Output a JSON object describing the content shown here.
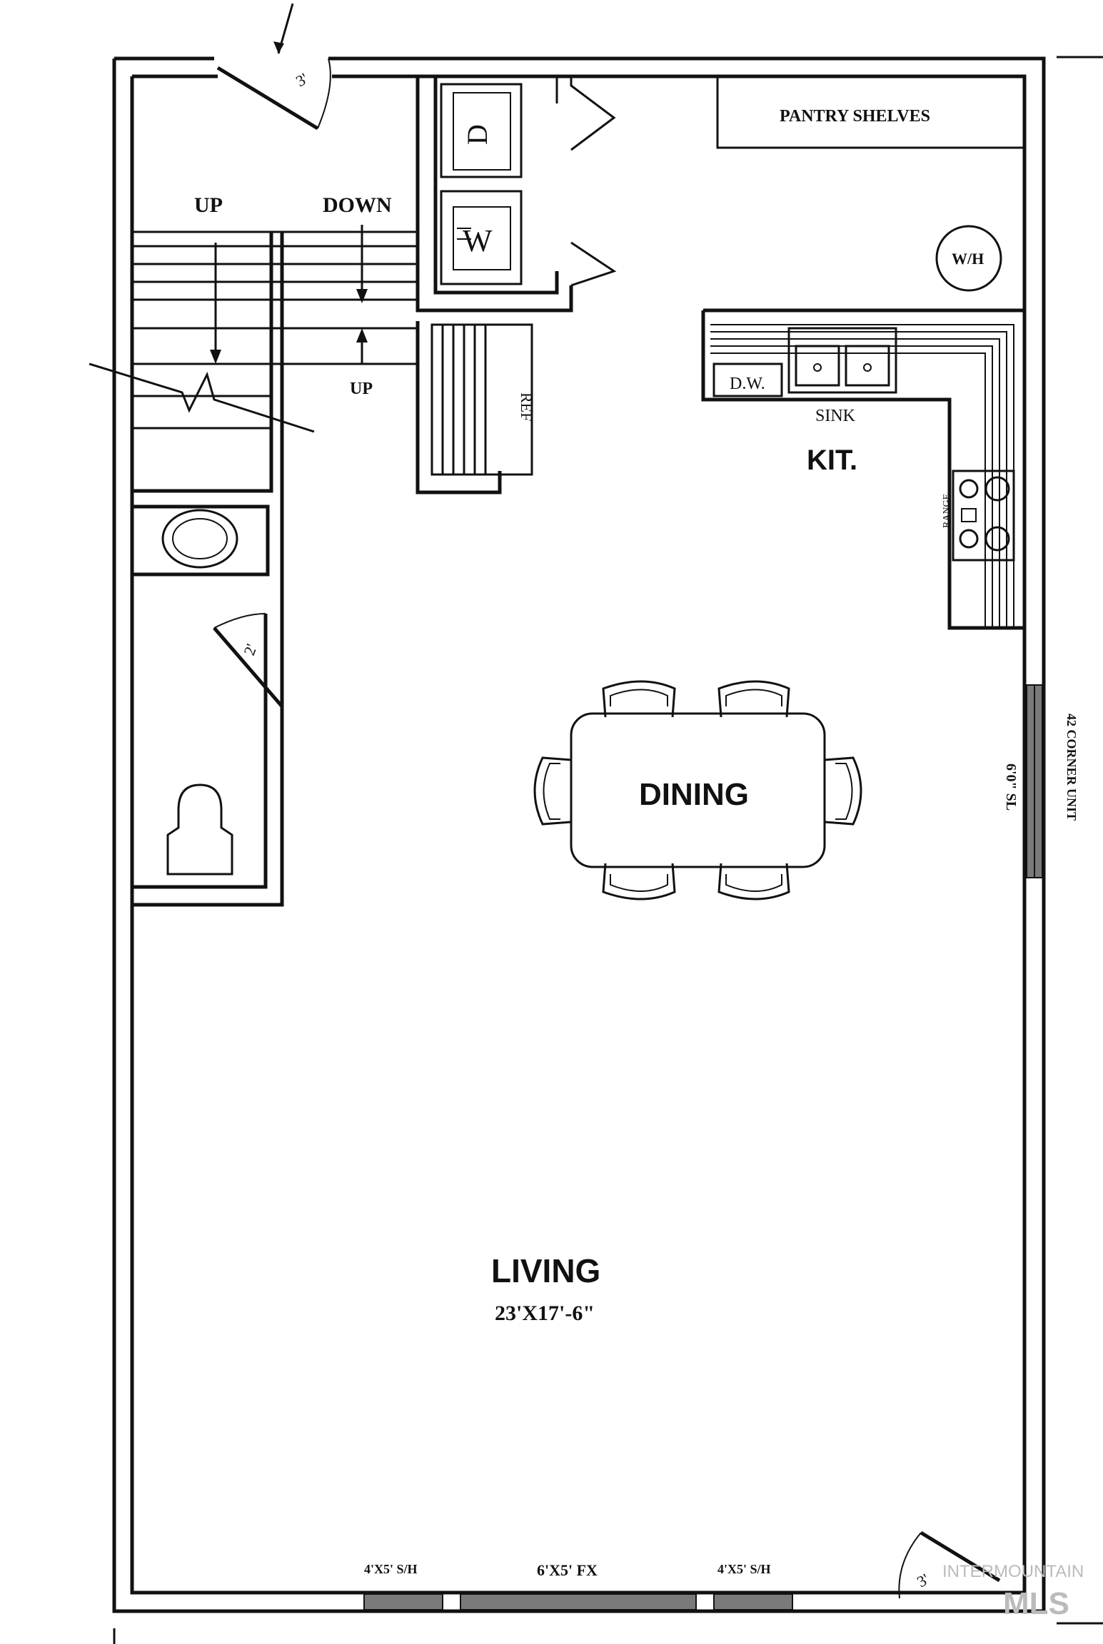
{
  "labels": {
    "pantry": "PANTRY SHELVES",
    "stair_up": "UP",
    "stair_down": "DOWN",
    "stair_up_lower": "UP",
    "dryer": "D",
    "washer": "W",
    "water_heater": "W/H",
    "refrigerator": "REF",
    "dishwasher": "D.W.",
    "sink": "SINK",
    "kitchen": "KIT.",
    "range": "RANGE",
    "door_top": "3'",
    "door_half_bath": "2'",
    "door_bottom": "3'",
    "dining": "DINING",
    "living": "LIVING",
    "living_dims": "23'X17'-6\"",
    "window_right_a": "6'0\" SL",
    "window_right_b": "42 CORNER UNIT",
    "window_bottom_left": "4'X5' S/H",
    "window_bottom_center": "6'X5' FX",
    "window_bottom_right": "4'X5' S/H"
  },
  "watermark": {
    "line1": "INTERMOUNTAIN",
    "line2": "MLS"
  }
}
